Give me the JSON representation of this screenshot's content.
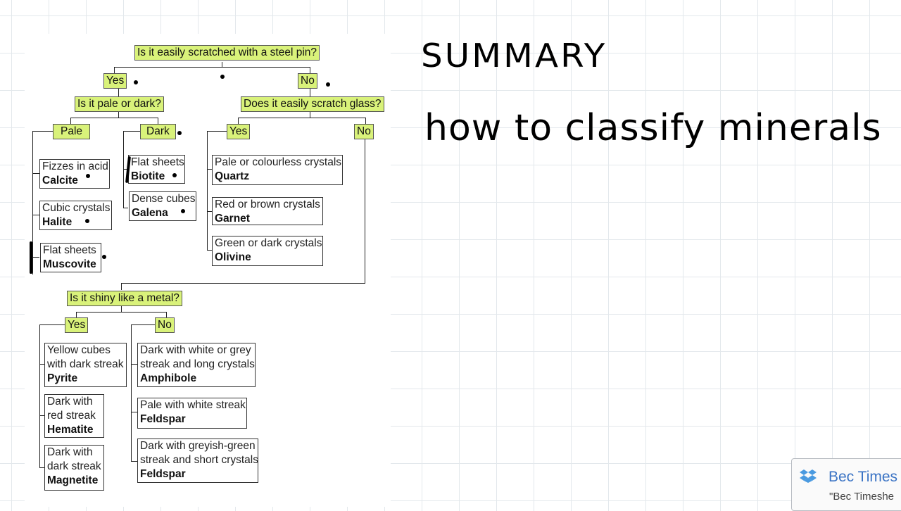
{
  "handwritten": {
    "title": "SUMMARY",
    "subtitle": "how to classify minerals"
  },
  "tree": {
    "q1": "Is it easily scratched with a steel pin?",
    "yes": "Yes",
    "no": "No",
    "q2": "Is it pale or dark?",
    "pale": "Pale",
    "dark": "Dark",
    "q3": "Does it easily scratch glass?",
    "q4": "Is it shiny like a metal?",
    "calcite": {
      "desc": "Fizzes in acid",
      "name": "Calcite"
    },
    "halite": {
      "desc": "Cubic crystals",
      "name": "Halite"
    },
    "muscovite": {
      "desc": "Flat sheets",
      "name": "Muscovite"
    },
    "biotite": {
      "desc": "Flat sheets",
      "name": "Biotite"
    },
    "galena": {
      "desc": "Dense cubes",
      "name": "Galena"
    },
    "quartz": {
      "desc": "Pale or colourless crystals",
      "name": "Quartz"
    },
    "garnet": {
      "desc": "Red or brown crystals",
      "name": "Garnet"
    },
    "olivine": {
      "desc": "Green or dark crystals",
      "name": "Olivine"
    },
    "pyrite": {
      "desc1": "Yellow cubes",
      "desc2": "with dark streak",
      "name": "Pyrite"
    },
    "hematite": {
      "desc1": "Dark with",
      "desc2": "red streak",
      "name": "Hematite"
    },
    "magnetite": {
      "desc1": "Dark with",
      "desc2": "dark streak",
      "name": "Magnetite"
    },
    "amphibole": {
      "desc1": "Dark with white or grey",
      "desc2": "streak and long crystals",
      "name": "Amphibole"
    },
    "feldspar1": {
      "desc": "Pale with white streak",
      "name": "Feldspar"
    },
    "feldspar2": {
      "desc1": "Dark with greyish-green",
      "desc2": "streak and short crystals",
      "name": "Feldspar"
    }
  },
  "notification": {
    "title": "Bec Times",
    "subtitle": "\"Bec Timeshe",
    "icon": "dropbox-icon"
  },
  "colors": {
    "question_fill": "#d9f27a",
    "grid": "#e3e8ec"
  }
}
